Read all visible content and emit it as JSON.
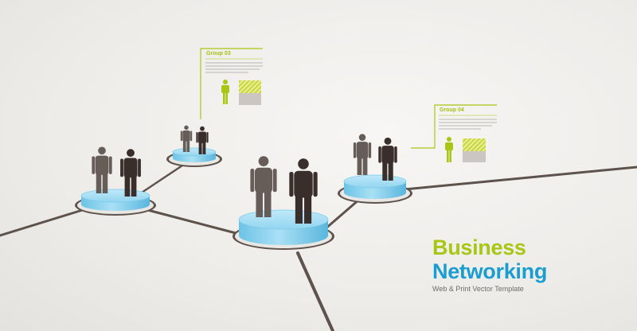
{
  "title": {
    "line1": "Business",
    "line2": "Networking",
    "subtitle": "Web & Print Vector Template"
  },
  "callouts": [
    {
      "label": "Group 03"
    },
    {
      "label": "Group 04"
    }
  ],
  "colors": {
    "accent_green": "#a8c614",
    "accent_blue": "#1a9dd0",
    "figure_dark": "#3a2e2a",
    "figure_gray": "#665d58",
    "platform_blue": "#8fd3ee",
    "connector": "#5e524c"
  }
}
